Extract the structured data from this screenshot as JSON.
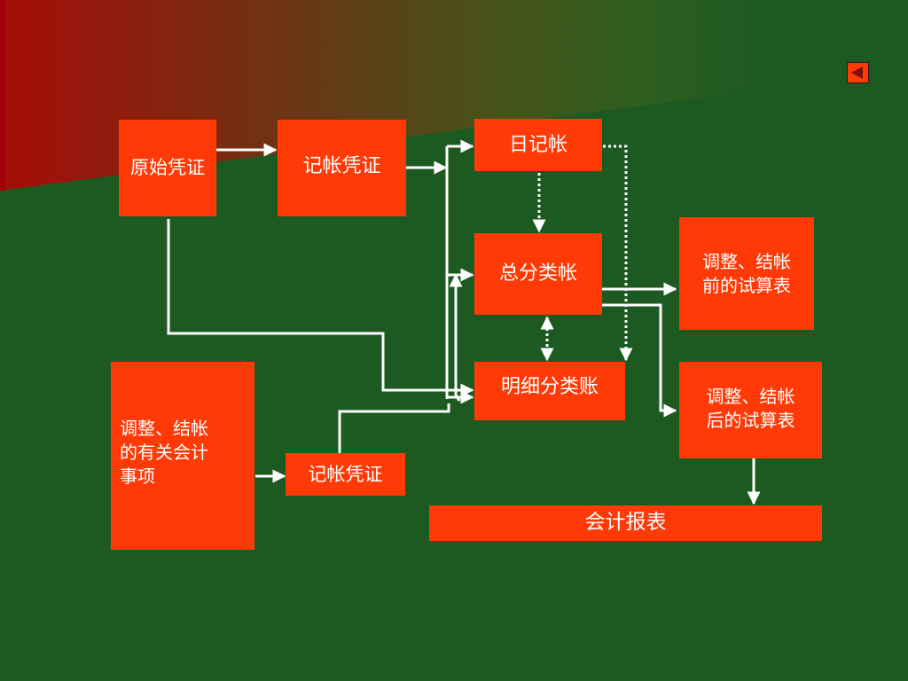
{
  "boxes": {
    "original_voucher": "原始凭证",
    "posting_voucher_top": "记帐凭证",
    "journal": "日记帐",
    "general_ledger": "总分类帐",
    "subsidiary_ledger": "明细分类账",
    "trial_before_line1": "调整、结帐",
    "trial_before_line2": "前的试算表",
    "trial_after_line1": "调整、结帐",
    "trial_after_line2": "后的试算表",
    "adjust_line1": "调整、结帐",
    "adjust_line2": "的有关会计",
    "adjust_line3": "事项",
    "posting_voucher_bottom": "记帐凭证",
    "reports": "会计报表"
  },
  "colors": {
    "background": "#1c5a22",
    "box_fill": "#ff3a06",
    "box_text": "#ffffff",
    "connector": "#ffffff"
  },
  "nav": {
    "back_icon": "triangle-left-icon"
  }
}
